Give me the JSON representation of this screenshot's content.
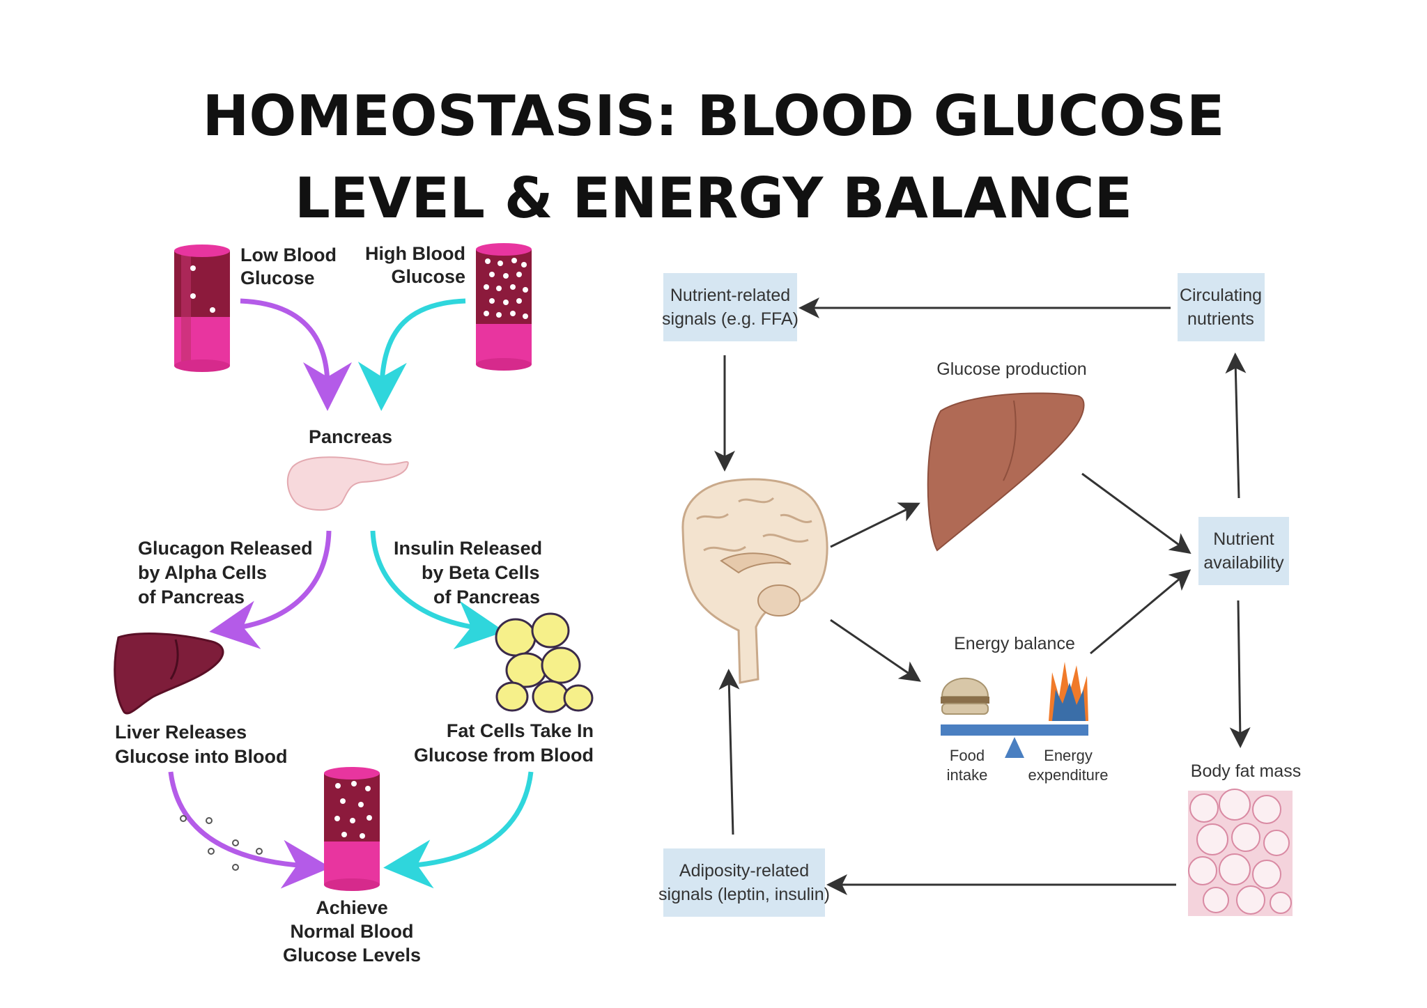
{
  "title": {
    "line1": "HOMEOSTASIS: BLOOD GLUCOSE",
    "line2": "LEVEL & ENERGY BALANCE"
  },
  "left_diagram": {
    "low_blood_glucose": [
      "Low Blood",
      "Glucose"
    ],
    "high_blood_glucose": [
      "High Blood",
      "Glucose"
    ],
    "pancreas": "Pancreas",
    "glucagon": [
      "Glucagon Released",
      "by Alpha Cells",
      "of Pancreas"
    ],
    "insulin": [
      "Insulin Released",
      "by Beta Cells",
      "of Pancreas"
    ],
    "liver": [
      "Liver Releases",
      "Glucose into Blood"
    ],
    "fat_cells": [
      "Fat Cells Take In",
      "Glucose from Blood"
    ],
    "normal": [
      "Achieve",
      "Normal Blood",
      "Glucose Levels"
    ],
    "colors": {
      "glucagon_arrow": "#b45be8",
      "insulin_arrow": "#2fd6dc",
      "tube": "#e8359f",
      "blood": "#8c1a3c"
    }
  },
  "right_diagram": {
    "nutrient_signals": [
      "Nutrient-related",
      "signals (e.g. FFA)"
    ],
    "circulating_nutrients": [
      "Circulating",
      "nutrients"
    ],
    "glucose_production": "Glucose production",
    "nutrient_availability": [
      "Nutrient",
      "availability"
    ],
    "energy_balance": "Energy balance",
    "food_intake": [
      "Food",
      "intake"
    ],
    "energy_expenditure": [
      "Energy",
      "expenditure"
    ],
    "body_fat_mass": "Body fat mass",
    "adiposity_signals": [
      "Adiposity-related",
      "signals (leptin, insulin)"
    ],
    "colors": {
      "box_fill": "#d6e6f2",
      "seesaw": "#4a7fc1",
      "liver": "#b06a55"
    }
  }
}
